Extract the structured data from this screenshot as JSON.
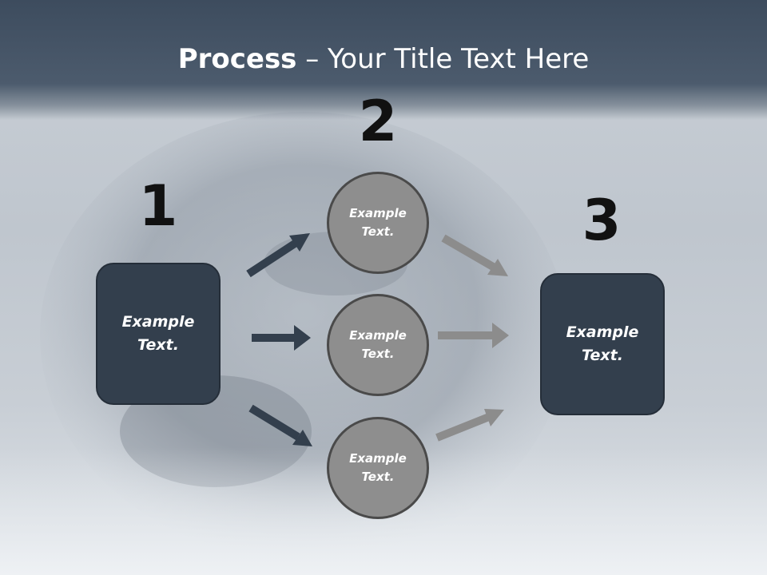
{
  "title": {
    "bold": "Process",
    "rest": " – Your Title Text Here"
  },
  "steps": [
    {
      "number": "1",
      "label": "Example Text."
    },
    {
      "number": "2",
      "labels": [
        "Example Text.",
        "Example Text.",
        "Example Text."
      ]
    },
    {
      "number": "3",
      "label": "Example Text."
    }
  ],
  "colors": {
    "box_fill": "#333f4d",
    "circle_fill": "#8e8e8e",
    "arrow_dark": "#333f4d",
    "arrow_light": "#8c8c8c",
    "title_band": "#3d4c5e"
  }
}
